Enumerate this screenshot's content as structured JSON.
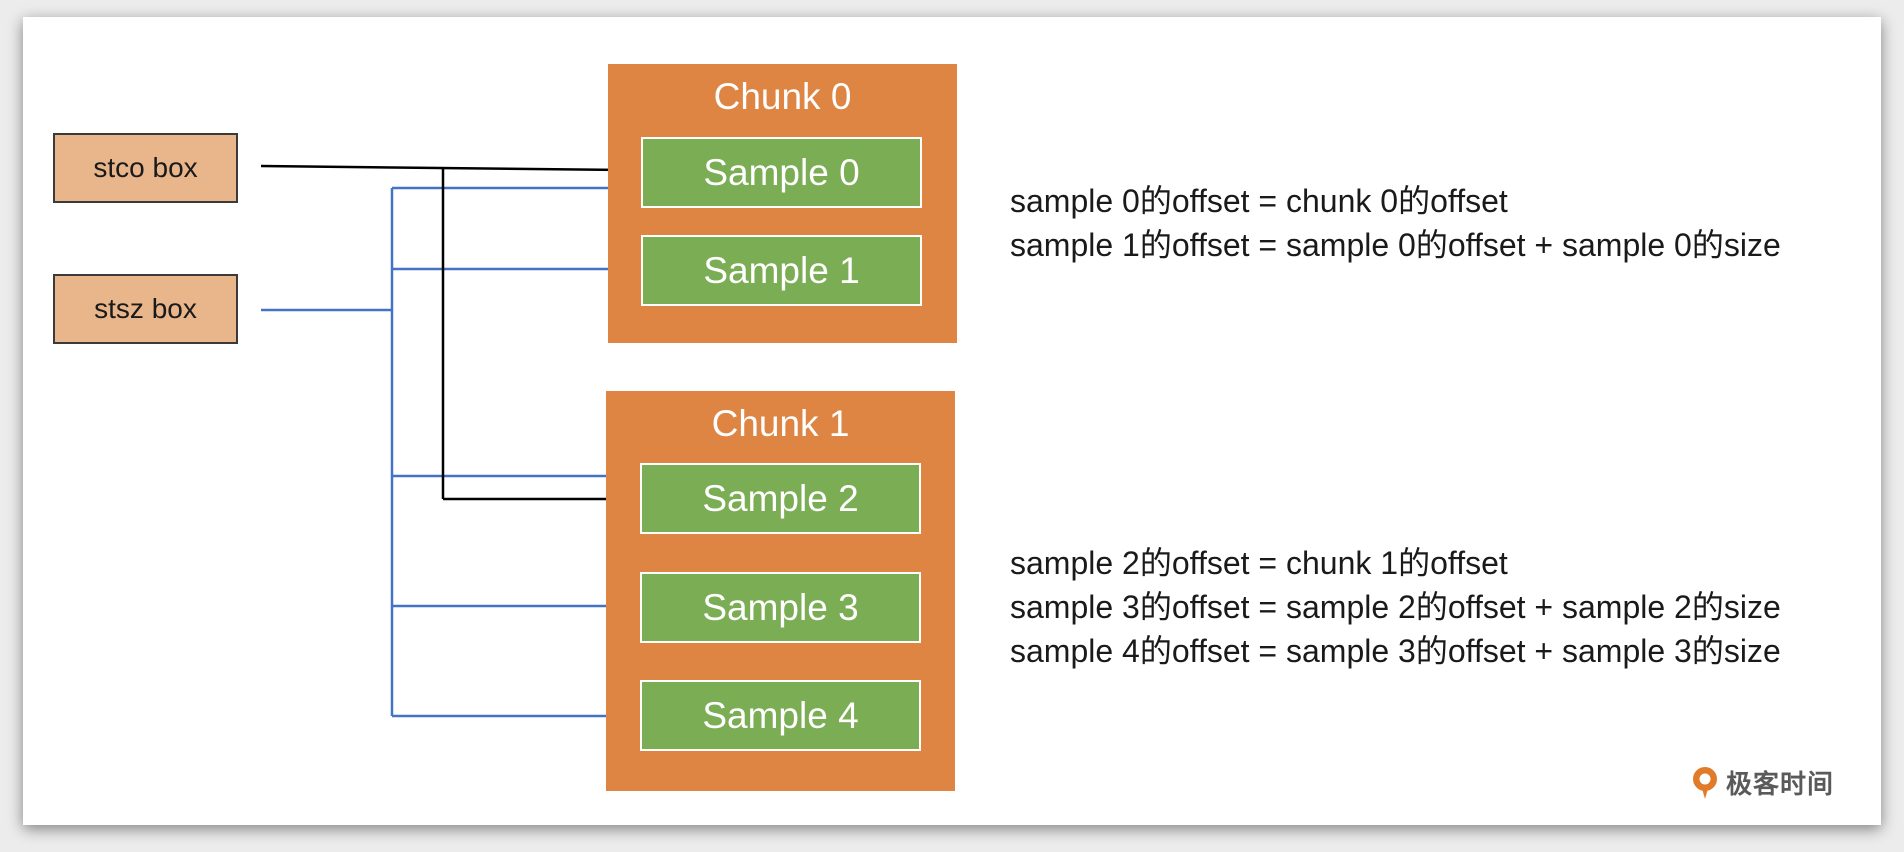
{
  "sources": {
    "stco": "stco box",
    "stsz": "stsz box"
  },
  "chunks": [
    {
      "title": "Chunk 0",
      "samples": [
        "Sample 0",
        "Sample 1"
      ]
    },
    {
      "title": "Chunk 1",
      "samples": [
        "Sample 2",
        "Sample 3",
        "Sample 4"
      ]
    }
  ],
  "formulas": {
    "group0": [
      "sample 0的offset = chunk 0的offset",
      "sample 1的offset = sample 0的offset + sample 0的size"
    ],
    "group1": [
      "sample 2的offset = chunk 1的offset",
      "sample 3的offset = sample 2的offset + sample 2的size",
      "sample 4的offset = sample 3的offset + sample 3的size"
    ]
  },
  "logo": {
    "text": "极客时间",
    "icon": "geektime-logo-icon"
  },
  "colors": {
    "source_fill": "#e9b58b",
    "chunk_fill": "#de8543",
    "sample_fill": "#7bad55",
    "stco_arrow": "#000000",
    "stsz_arrow": "#4472c4",
    "logo_accent": "#e07b2a"
  }
}
